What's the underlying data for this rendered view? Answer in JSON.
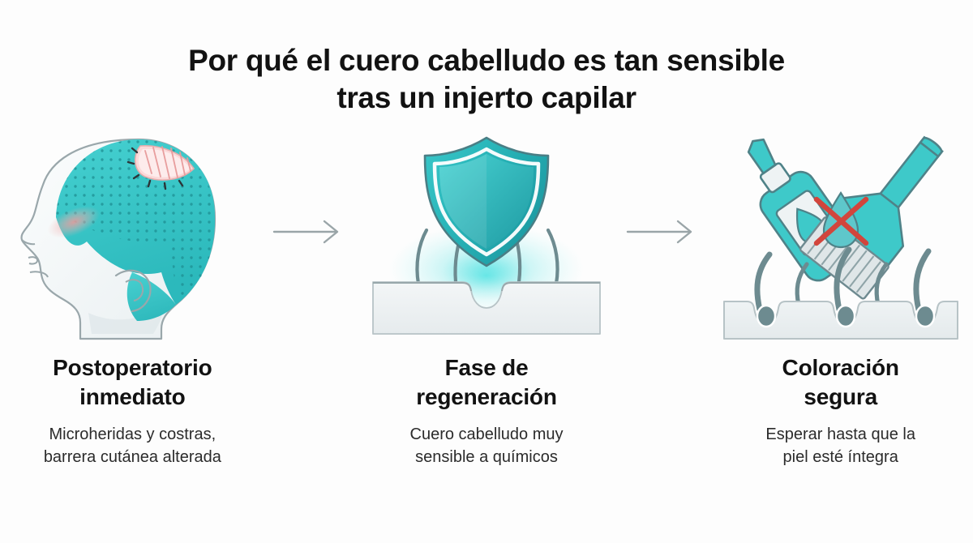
{
  "title": {
    "line1": "Por qué el cuero cabelludo es tan sensible",
    "line2": "tras un injerto capilar"
  },
  "colors": {
    "background": "#fdfdfd",
    "teal": "#3ec9c9",
    "teal_dark": "#2fa9ab",
    "teal_deep": "#1f8f95",
    "skin": "#f2f5f6",
    "outline": "#9aa7ab",
    "hair": "#6d8b90",
    "scar_pink": "#f6c3c3",
    "red_x": "#d2453c",
    "text": "#121212",
    "arrow": "#9aa5a8"
  },
  "steps": [
    {
      "id": "postoperatorio",
      "illustration": "head-profile-grafted-scalp-icon",
      "heading_line1": "Postoperatorio",
      "heading_line2": "inmediato",
      "sub_line1": "Microheridas y costras,",
      "sub_line2": "barrera cutánea alterada"
    },
    {
      "id": "regeneracion",
      "illustration": "shield-over-follicle-icon",
      "heading_line1": "Fase de",
      "heading_line2": "regeneración",
      "sub_line1": "Cuero cabelludo muy",
      "sub_line2": "sensible a químicos"
    },
    {
      "id": "coloracion",
      "illustration": "dye-bottle-brush-no-dye-icon",
      "heading_line1": "Coloración",
      "heading_line2": "segura",
      "sub_line1": "Esperar hasta que la",
      "sub_line2": "piel esté íntegra"
    }
  ],
  "arrows": [
    {
      "id": "arrow-1",
      "direction": "right"
    },
    {
      "id": "arrow-2",
      "direction": "right"
    }
  ]
}
